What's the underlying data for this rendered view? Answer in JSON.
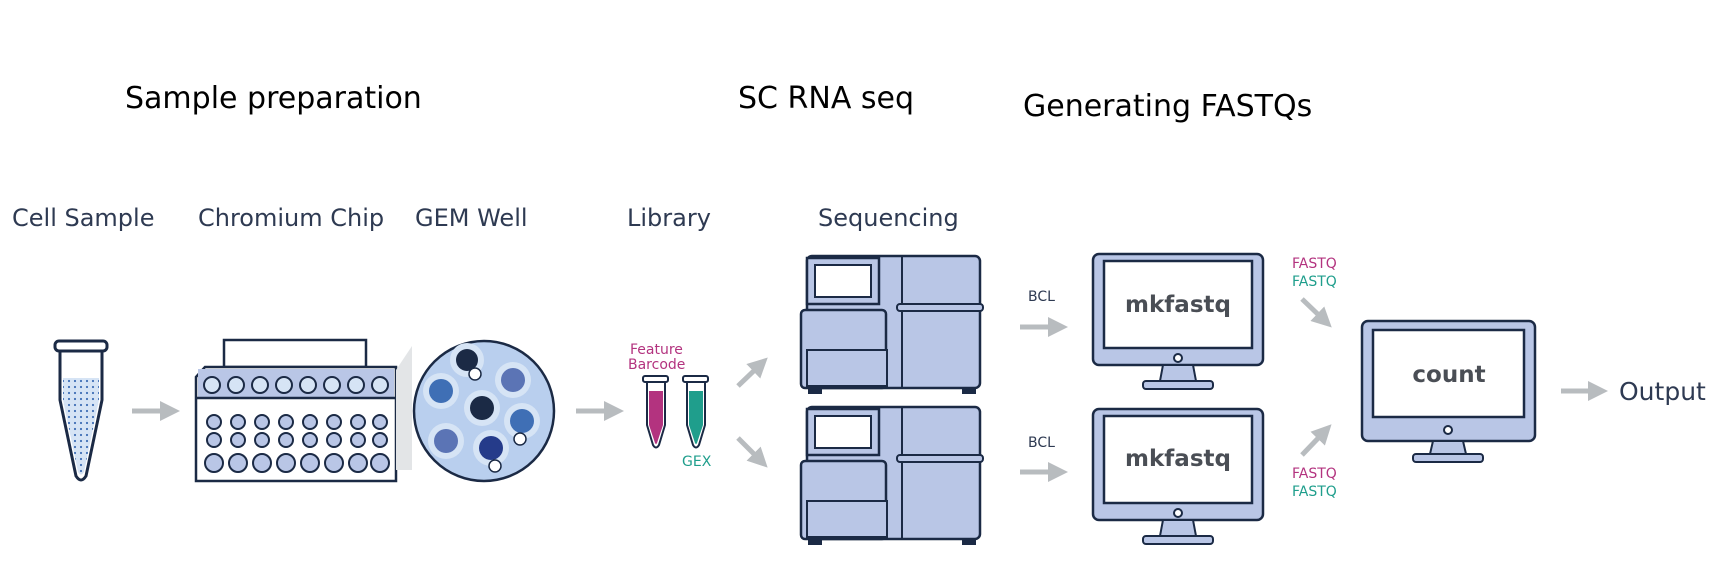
{
  "sections": {
    "sample_preparation": "Sample preparation",
    "sc_rna_seq": "SC RNA seq",
    "generating_fastqs": "Generating FASTQs"
  },
  "stages": {
    "cell_sample": "Cell Sample",
    "chromium_chip": "Chromium Chip",
    "gem_well": "GEM Well",
    "library": "Library",
    "sequencing": "Sequencing"
  },
  "library": {
    "feature_line1": "Feature",
    "feature_line2": "Barcode",
    "gex": "GEX"
  },
  "bcl_top": "BCL",
  "bcl_bottom": "BCL",
  "mkfastq_top": "mkfastq",
  "mkfastq_bottom": "mkfastq",
  "fastq_top": [
    "FASTQ",
    "FASTQ"
  ],
  "fastq_bottom": [
    "FASTQ",
    "FASTQ"
  ],
  "count": "count",
  "output": "Output",
  "colors": {
    "outline": "#1b2a45",
    "fill_light": "#b9c6e6",
    "fill_pale": "#d6e4f5",
    "arrow": "#b8bcbf",
    "feature_magenta": "#b3337f",
    "gex_teal": "#1f9e8c",
    "dot_blue": "#3f6fb5"
  }
}
